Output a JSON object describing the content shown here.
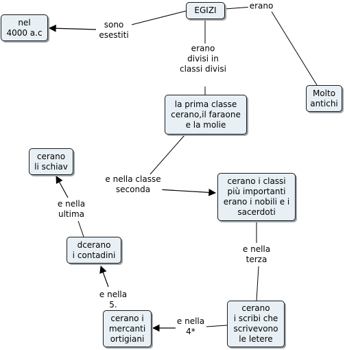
{
  "nodes": {
    "egizi": "EGIZI",
    "nel_4000": "nel\n4000 a.c",
    "molto_antichi": "Molto\nantichi",
    "prima_classe": "la prima classe\ncerano,il faraone\ne la molie",
    "cerano_schiav": "cerano\nli schiav",
    "nobili_sacerdoti": "cerano i classi\npiù importanti\nerano i nobili e i\nsacerdoti",
    "contadini": "dcerano\ni contadini",
    "scribi": "cerano\ni scribi che\nscrivevono\nle letere",
    "mercanti": "cerano i\nmercanti\nortigiani"
  },
  "links": {
    "sono_esestiti": "sono\nesestiti",
    "erano": "erano",
    "erano_divisi": "erano\ndivisi in\nclassi divisi",
    "nella_seconda": "e nella classe\nseconda",
    "nella_terza": "e nella\nterza",
    "nella_4": "e nella\n4*",
    "nella_5": "e nella\n5.",
    "nella_ultima": "e nella\nultima"
  },
  "colors": {
    "node_fill": "#e8f0f5",
    "line": "#000000"
  }
}
